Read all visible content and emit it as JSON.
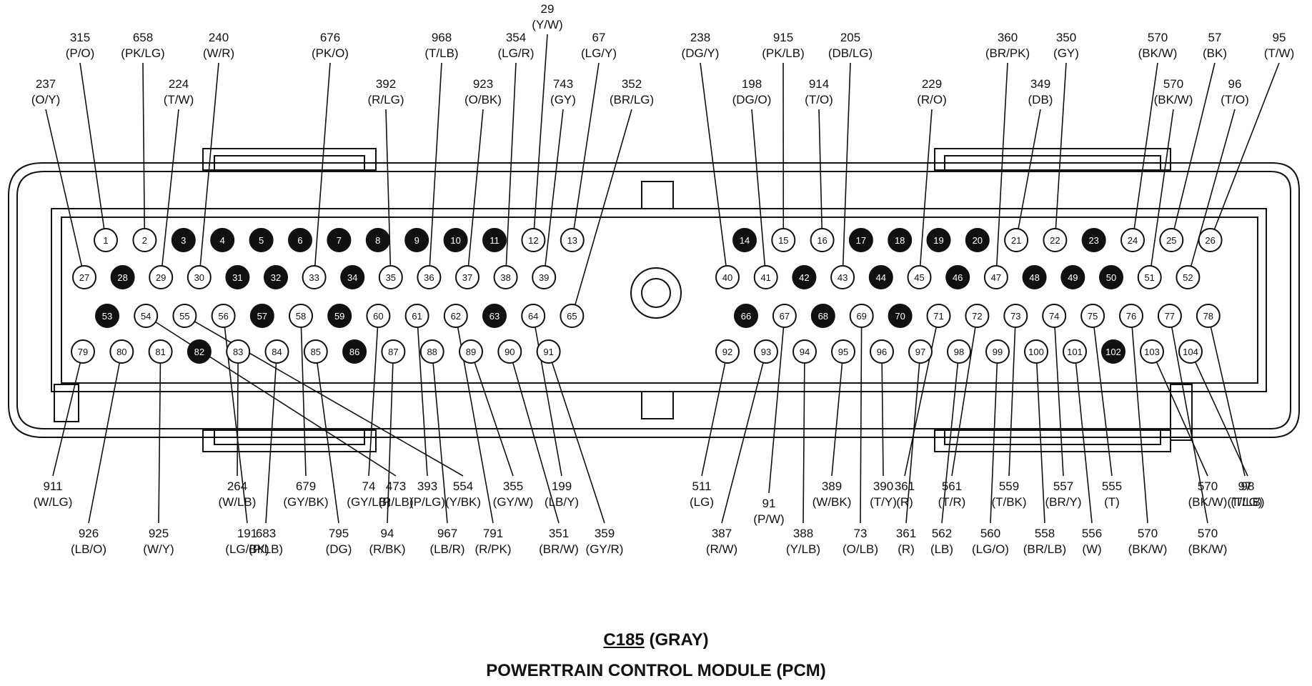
{
  "connector_id": "C185",
  "connector_color": "(GRAY)",
  "module_title": "POWERTRAIN CONTROL MODULE (PCM)",
  "pins": [
    {
      "pin": "1",
      "filled": false,
      "circuit": "315",
      "color": "(P/O)"
    },
    {
      "pin": "2",
      "filled": false,
      "circuit": "658",
      "color": "(PK/LG)"
    },
    {
      "pin": "3",
      "filled": true
    },
    {
      "pin": "4",
      "filled": true
    },
    {
      "pin": "5",
      "filled": true
    },
    {
      "pin": "6",
      "filled": true
    },
    {
      "pin": "7",
      "filled": true
    },
    {
      "pin": "8",
      "filled": true
    },
    {
      "pin": "9",
      "filled": true
    },
    {
      "pin": "10",
      "filled": true
    },
    {
      "pin": "11",
      "filled": true
    },
    {
      "pin": "12",
      "filled": false,
      "circuit": "29",
      "color": "(Y/W)"
    },
    {
      "pin": "13",
      "filled": false,
      "circuit": "67",
      "color": "(LG/Y)"
    },
    {
      "pin": "14",
      "filled": true
    },
    {
      "pin": "15",
      "filled": false,
      "circuit": "915",
      "color": "(PK/LB)"
    },
    {
      "pin": "16",
      "filled": false,
      "circuit": "914",
      "color": "(T/O)"
    },
    {
      "pin": "17",
      "filled": true
    },
    {
      "pin": "18",
      "filled": true
    },
    {
      "pin": "19",
      "filled": true
    },
    {
      "pin": "20",
      "filled": true
    },
    {
      "pin": "21",
      "filled": false,
      "circuit": "349",
      "color": "(DB)"
    },
    {
      "pin": "22",
      "filled": false,
      "circuit": "350",
      "color": "(GY)"
    },
    {
      "pin": "23",
      "filled": true
    },
    {
      "pin": "24",
      "filled": false,
      "circuit": "570",
      "color": "(BK/W)"
    },
    {
      "pin": "25",
      "filled": false,
      "circuit": "57",
      "color": "(BK)"
    },
    {
      "pin": "26",
      "filled": false,
      "circuit": "95",
      "color": "(T/W)"
    },
    {
      "pin": "27",
      "filled": false,
      "circuit": "237",
      "color": "(O/Y)"
    },
    {
      "pin": "28",
      "filled": true
    },
    {
      "pin": "29",
      "filled": false,
      "circuit": "224",
      "color": "(T/W)"
    },
    {
      "pin": "30",
      "filled": false,
      "circuit": "240",
      "color": "(W/R)"
    },
    {
      "pin": "31",
      "filled": true
    },
    {
      "pin": "32",
      "filled": true
    },
    {
      "pin": "33",
      "filled": false,
      "circuit": "676",
      "color": "(PK/O)"
    },
    {
      "pin": "34",
      "filled": true
    },
    {
      "pin": "35",
      "filled": false,
      "circuit": "392",
      "color": "(R/LG)"
    },
    {
      "pin": "36",
      "filled": false,
      "circuit": "968",
      "color": "(T/LB)"
    },
    {
      "pin": "37",
      "filled": false,
      "circuit": "923",
      "color": "(O/BK)"
    },
    {
      "pin": "38",
      "filled": false,
      "circuit": "354",
      "color": "(LG/R)"
    },
    {
      "pin": "39",
      "filled": false,
      "circuit": "743",
      "color": "(GY)"
    },
    {
      "pin": "40",
      "filled": false,
      "circuit": "238",
      "color": "(DG/Y)"
    },
    {
      "pin": "41",
      "filled": false,
      "circuit": "198",
      "color": "(DG/O)"
    },
    {
      "pin": "42",
      "filled": true
    },
    {
      "pin": "43",
      "filled": false,
      "circuit": "205",
      "color": "(DB/LG)"
    },
    {
      "pin": "44",
      "filled": true
    },
    {
      "pin": "45",
      "filled": false,
      "circuit": "229",
      "color": "(R/O)"
    },
    {
      "pin": "46",
      "filled": true
    },
    {
      "pin": "47",
      "filled": false,
      "circuit": "360",
      "color": "(BR/PK)"
    },
    {
      "pin": "48",
      "filled": true
    },
    {
      "pin": "49",
      "filled": true
    },
    {
      "pin": "50",
      "filled": true
    },
    {
      "pin": "51",
      "filled": false,
      "circuit": "570",
      "color": "(BK/W)"
    },
    {
      "pin": "52",
      "filled": false,
      "circuit": "96",
      "color": "(T/O)"
    },
    {
      "pin": "53",
      "filled": true
    },
    {
      "pin": "54",
      "filled": false,
      "circuit": "473",
      "color": "(R/LB)"
    },
    {
      "pin": "55",
      "filled": false,
      "circuit": "554",
      "color": "(Y/BK)"
    },
    {
      "pin": "56",
      "filled": false,
      "circuit": "191",
      "color": "(LG/BK)"
    },
    {
      "pin": "57",
      "filled": true
    },
    {
      "pin": "58",
      "filled": false,
      "circuit": "679",
      "color": "(GY/BK)"
    },
    {
      "pin": "59",
      "filled": true
    },
    {
      "pin": "60",
      "filled": false,
      "circuit": "74",
      "color": "(GY/LB)"
    },
    {
      "pin": "61",
      "filled": false,
      "circuit": "393",
      "color": "(P/LG)"
    },
    {
      "pin": "62",
      "filled": false,
      "circuit": "791",
      "color": "(R/PK)"
    },
    {
      "pin": "63",
      "filled": true
    },
    {
      "pin": "64",
      "filled": false,
      "circuit": "199",
      "color": "(LB/Y)"
    },
    {
      "pin": "65",
      "filled": false,
      "circuit": "352",
      "color": "(BR/LG)"
    },
    {
      "pin": "66",
      "filled": true
    },
    {
      "pin": "67",
      "filled": false,
      "circuit": "91",
      "color": "(P/W)"
    },
    {
      "pin": "68",
      "filled": true
    },
    {
      "pin": "69",
      "filled": false,
      "circuit": "73",
      "color": "(O/LB)"
    },
    {
      "pin": "70",
      "filled": true
    },
    {
      "pin": "71",
      "filled": false,
      "circuit": "361",
      "color": "(R)"
    },
    {
      "pin": "72",
      "filled": false,
      "circuit": "561",
      "color": "(T/R)"
    },
    {
      "pin": "73",
      "filled": false,
      "circuit": "559",
      "color": "(T/BK)"
    },
    {
      "pin": "74",
      "filled": false,
      "circuit": "557",
      "color": "(BR/Y)"
    },
    {
      "pin": "75",
      "filled": false,
      "circuit": "555",
      "color": "(T)"
    },
    {
      "pin": "76",
      "filled": false,
      "circuit": "570",
      "color": "(BK/W)"
    },
    {
      "pin": "77",
      "filled": false,
      "circuit": "570",
      "color": "(BK/W)"
    },
    {
      "pin": "78",
      "filled": false,
      "circuit": "97",
      "color": "(T/LG)"
    },
    {
      "pin": "79",
      "filled": false,
      "circuit": "911",
      "color": "(W/LG)"
    },
    {
      "pin": "80",
      "filled": false,
      "circuit": "926",
      "color": "(LB/O)"
    },
    {
      "pin": "81",
      "filled": false,
      "circuit": "925",
      "color": "(W/Y)"
    },
    {
      "pin": "82",
      "filled": true
    },
    {
      "pin": "83",
      "filled": false,
      "circuit": "264",
      "color": "(W/LB)"
    },
    {
      "pin": "84",
      "filled": false,
      "circuit": "683",
      "color": "(P/LB)"
    },
    {
      "pin": "85",
      "filled": false,
      "circuit": "795",
      "color": "(DG)"
    },
    {
      "pin": "86",
      "filled": true
    },
    {
      "pin": "87",
      "filled": false,
      "circuit": "94",
      "color": "(R/BK)"
    },
    {
      "pin": "88",
      "filled": false,
      "circuit": "967",
      "color": "(LB/R)"
    },
    {
      "pin": "89",
      "filled": false,
      "circuit": "355",
      "color": "(GY/W)"
    },
    {
      "pin": "90",
      "filled": false,
      "circuit": "351",
      "color": "(BR/W)"
    },
    {
      "pin": "91",
      "filled": false,
      "circuit": "359",
      "color": "(GY/R)"
    },
    {
      "pin": "92",
      "filled": false,
      "circuit": "511",
      "color": "(LG)"
    },
    {
      "pin": "93",
      "filled": false,
      "circuit": "387",
      "color": "(R/W)"
    },
    {
      "pin": "94",
      "filled": false,
      "circuit": "388",
      "color": "(Y/LB)"
    },
    {
      "pin": "95",
      "filled": false,
      "circuit": "389",
      "color": "(W/BK)"
    },
    {
      "pin": "96",
      "filled": false,
      "circuit": "390",
      "color": "(T/Y)"
    },
    {
      "pin": "97",
      "filled": false,
      "circuit": "361",
      "color": "(R)"
    },
    {
      "pin": "98",
      "filled": false,
      "circuit": "562",
      "color": "(LB)"
    },
    {
      "pin": "99",
      "filled": false,
      "circuit": "560",
      "color": "(LG/O)"
    },
    {
      "pin": "100",
      "filled": false,
      "circuit": "558",
      "color": "(BR/LB)"
    },
    {
      "pin": "101",
      "filled": false,
      "circuit": "556",
      "color": "(W)"
    },
    {
      "pin": "102",
      "filled": true
    },
    {
      "pin": "103",
      "filled": false,
      "circuit": "570",
      "color": "(BK/W)"
    },
    {
      "pin": "104",
      "filled": false,
      "circuit": "98",
      "color": "(T/LB)"
    }
  ]
}
